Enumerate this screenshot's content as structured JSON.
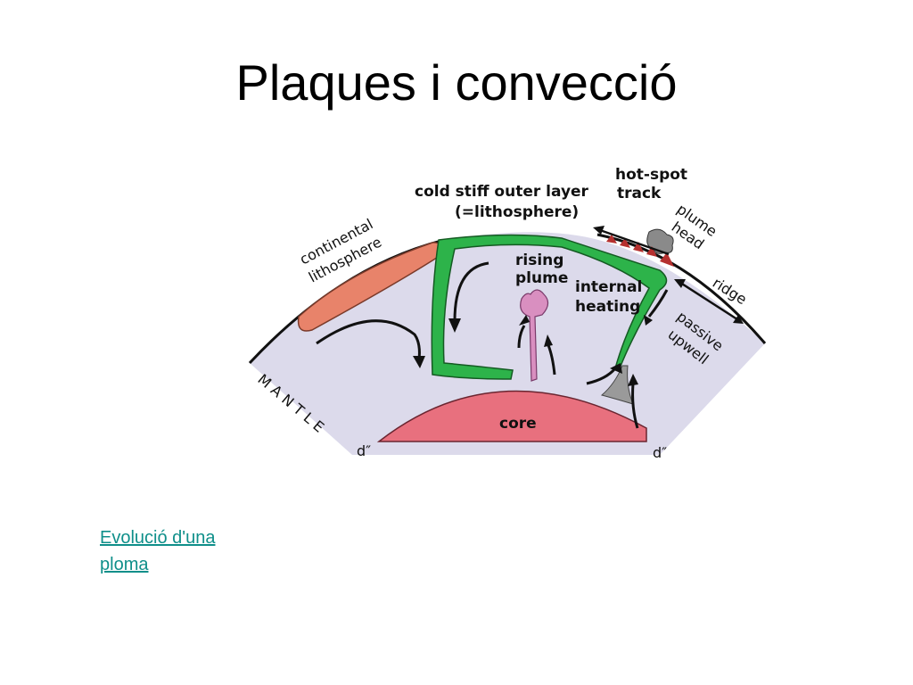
{
  "slide": {
    "title": "Plaques i convecció",
    "link_text": "Evolució d'una ploma"
  },
  "diagram": {
    "labels": {
      "cold_stiff_line1": "cold stiff outer layer",
      "cold_stiff_line2": "(=lithosphere)",
      "hotspot_line1": "hot-spot",
      "hotspot_line2": "track",
      "plume_head_line1": "plume",
      "plume_head_line2": "head",
      "continental_line1": "continental",
      "continental_line2": "lithosphere",
      "rising_line1": "rising",
      "rising_line2": "plume",
      "internal_line1": "internal",
      "internal_line2": "heating",
      "ridge": "ridge",
      "passive_line1": "passive",
      "passive_line2": "upwell",
      "mantle": "M A N T L E",
      "mantle_sub": "d″",
      "core": "core",
      "d_double_prime": "d″"
    },
    "colors": {
      "mantle": "#dcdaeb",
      "core": "#e8707e",
      "lithosphere_green": "#2db34a",
      "continental": "#e8836a",
      "plume": "#d98fc0",
      "ridge_red": "#b5302f",
      "plume_head_gray": "#8a8a8a",
      "link": "#0f8f8a"
    }
  }
}
